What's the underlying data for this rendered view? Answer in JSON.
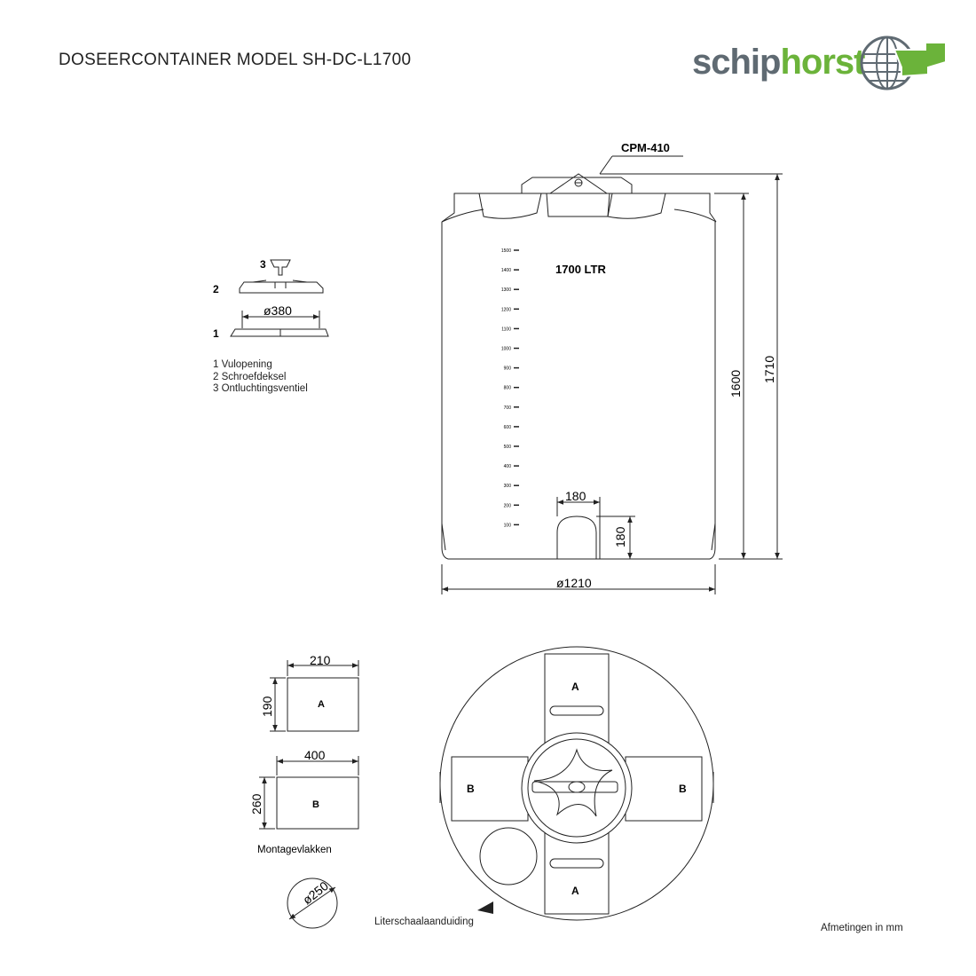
{
  "title": "DOSEERCONTAINER MODEL SH-DC-L1700",
  "logo": {
    "part1": "schip",
    "part2": "horst",
    "color_gray": "#5f6a72",
    "color_green": "#6bb33a"
  },
  "parts_legend": {
    "items": [
      {
        "num": "3",
        "text": "3 Ontluchtingsventiel"
      },
      {
        "num": "2",
        "text": "2 Schroefdeksel"
      },
      {
        "num": "1",
        "text": "1 Vulopening"
      }
    ],
    "num_labels": [
      "3",
      "2",
      "1"
    ],
    "diameter_label": "ø380"
  },
  "tank": {
    "lid_label": "CPM-410",
    "capacity_label": "1700 LTR",
    "scale_marks": [
      "1500",
      "1400",
      "1300",
      "1200",
      "1100",
      "1000",
      "900",
      "800",
      "700",
      "600",
      "500",
      "400",
      "300",
      "200",
      "100"
    ],
    "opening_width": "180",
    "opening_height": "180",
    "diameter": "ø1210",
    "height_body": "1600",
    "height_total": "1710"
  },
  "mounting": {
    "a_width": "210",
    "a_height": "190",
    "a_label": "A",
    "b_width": "400",
    "b_height": "260",
    "b_label": "B",
    "caption": "Montagevlakken",
    "circle_label": "ø250"
  },
  "top_view": {
    "labels": [
      "A",
      "B",
      "B",
      "A"
    ],
    "scale_caption": "Literschaalaanduiding"
  },
  "units_note": "Afmetingen in mm"
}
